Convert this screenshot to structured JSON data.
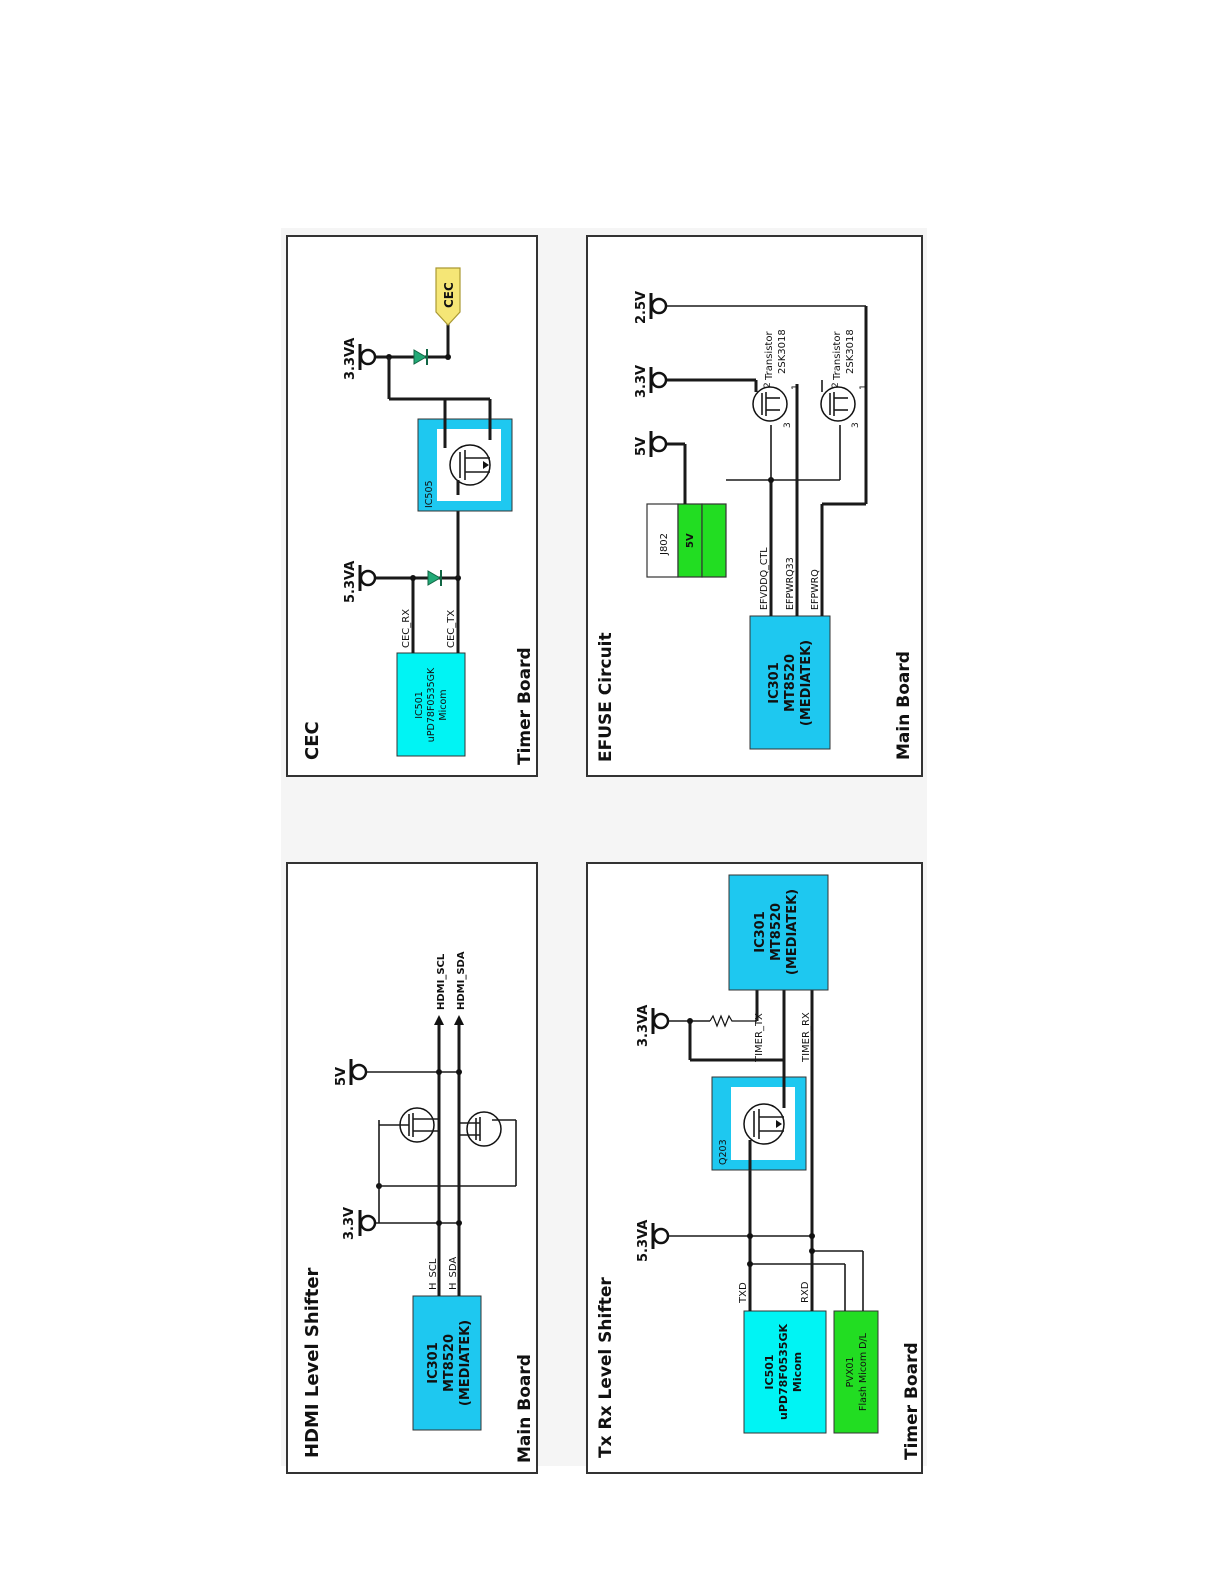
{
  "colors": {
    "cyan_box": "#1ec8f0",
    "light_cyan_box": "#00f4f4",
    "green_box": "#22dd22",
    "diode": "#22aa77",
    "cec_tag": "#f5e676",
    "panel_bg": "#f5f5f5"
  },
  "panels": {
    "hdmi": {
      "title": "HDMI Level Shifter",
      "board": "Main Board",
      "ic_line1": "IC301",
      "ic_line2": "MT8520",
      "ic_line3": "(MEDIATEK)",
      "h_scl": "H_SCL",
      "h_sda": "H_SDA",
      "rail_33": "3.3V",
      "rail_5": "5V",
      "out_scl": "HDMI_SCL",
      "out_sda": "HDMI_SDA"
    },
    "txrx": {
      "title": "Tx Rx Level Shifter",
      "board": "Timer Board",
      "micom_line1": "IC501",
      "micom_line2": "uPD78F0535GK",
      "micom_line3": "Micom",
      "flash_line1": "PVX01",
      "flash_line2": "Flash Micom D/L",
      "txd": "TXD",
      "rxd": "RXD",
      "rail_53": "5.3VA",
      "rail_33": "3.3VA",
      "q_label": "Q203",
      "timer_tx": "TIMER_TX",
      "timer_rx": "TIMER_RX",
      "ic_line1": "IC301",
      "ic_line2": "MT8520",
      "ic_line3": "(MEDIATEK)"
    },
    "cec": {
      "title": "CEC",
      "board": "Timer Board",
      "micom_line1": "IC501",
      "micom_line2": "uPD78F0535GK",
      "micom_line3": "Micom",
      "cec_rx": "CEC_RX",
      "cec_tx": "CEC_TX",
      "rail_53": "5.3VA",
      "rail_33": "3.3VA",
      "ic_label": "IC505",
      "tag": "CEC"
    },
    "efuse": {
      "title": "EFUSE Circuit",
      "board": "Main Board",
      "ic_line1": "IC301",
      "ic_line2": "MT8520",
      "ic_line3": "(MEDIATEK)",
      "sig1": "EFVDDQ_CTL",
      "sig2": "EFPWRQ33",
      "sig3": "EFPWRQ",
      "conn_label": "J802",
      "conn_pin": "5V",
      "rail_5": "5V",
      "rail_33": "3.3V",
      "rail_25": "2.5V",
      "tr_label": "Transistor",
      "tr_part": "2SK3018",
      "pin1": "1",
      "pin2": "2",
      "pin3": "3"
    }
  }
}
